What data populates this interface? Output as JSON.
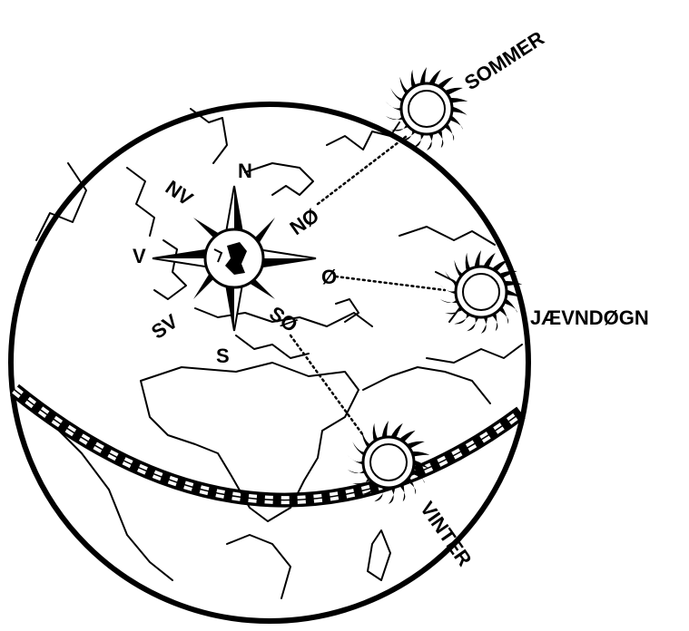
{
  "figure": {
    "background_color": "#ffffff",
    "ink_color": "#000000"
  },
  "compass": {
    "directions": {
      "n": "N",
      "nv": "NV",
      "v": "V",
      "sv": "SV",
      "s": "S",
      "so": "SØ",
      "o": "Ø",
      "no": "NØ"
    }
  },
  "suns": {
    "summer": "SOMMER",
    "equinox": "JÆVNDØGN",
    "winter": "VINTER"
  }
}
